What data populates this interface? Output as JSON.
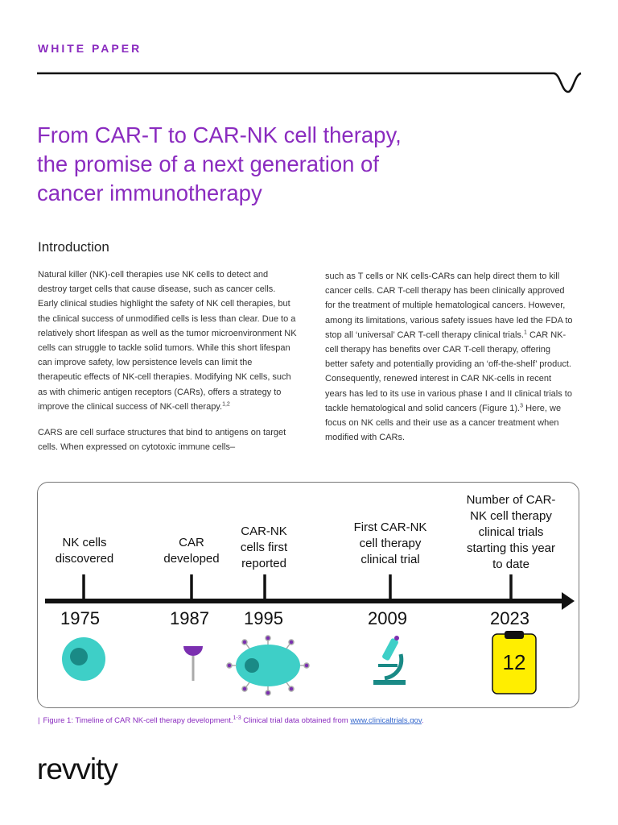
{
  "header": {
    "label": "WHITE PAPER"
  },
  "title": {
    "line1": "From CAR-T to CAR-NK cell therapy,",
    "line2": "the promise of a next generation of",
    "line3": "cancer immunotherapy"
  },
  "section": {
    "title": "Introduction"
  },
  "col1": {
    "p1": "Natural killer (NK)-cell therapies use NK cells to detect and destroy target cells that cause disease, such as cancer cells. Early clinical studies highlight the safety of NK cell therapies, but the clinical success of unmodified cells is less than clear. Due to a relatively short lifespan as well as the tumor microenvironment NK cells can struggle to tackle solid tumors. While this short lifespan can improve safety, low persistence levels can limit the therapeutic effects of NK-cell therapies. Modifying NK cells, such as with chimeric antigen receptors (CARs), offers a strategy to improve the clinical success of NK-cell therapy.",
    "p1_ref": "1,2",
    "p2": "CARS are cell surface structures that bind to antigens on target cells. When expressed on cytotoxic immune cells–"
  },
  "col2": {
    "p1a": "such as T cells or NK cells-CARs can help direct them to kill cancer cells. CAR T-cell therapy has been clinically approved for the treatment of multiple hematological cancers. However, among its limitations, various safety issues have led the FDA to stop all ‘universal’ CAR T-cell therapy clinical trials.",
    "p1a_ref": "1",
    "p1b": " CAR NK-cell therapy has benefits over CAR T-cell therapy, offering better safety and potentially providing an ‘off-the-shelf’ product. Consequently, renewed interest in CAR NK-cells in recent years has led to its use in various phase I and II clinical trials to tackle hematological and solid cancers (Figure 1).",
    "p1b_ref": "3",
    "p1c": " Here, we focus on NK cells and their use as a cancer treatment when modified with CARs."
  },
  "timeline": {
    "events": [
      {
        "year": "1975",
        "label": [
          "NK cells",
          "discovered"
        ],
        "icon": "nk-cell-icon"
      },
      {
        "year": "1987",
        "label": [
          "CAR",
          "developed"
        ],
        "icon": "car-receptor-icon"
      },
      {
        "year": "1995",
        "label": [
          "CAR-NK",
          "cells first",
          "reported"
        ],
        "icon": "car-nk-cell-icon"
      },
      {
        "year": "2009",
        "label": [
          "First CAR-NK",
          "cell therapy",
          "clinical trial"
        ],
        "icon": "microscope-icon"
      },
      {
        "year": "2023",
        "label": [
          "Number of CAR-",
          "NK cell therapy",
          "clinical trials",
          "starting this year",
          "to date"
        ],
        "icon": "counter-icon",
        "count": "12"
      }
    ]
  },
  "caption": {
    "text": "Figure 1: Timeline of CAR NK-cell therapy development.",
    "ref": "1-3",
    "text2": " Clinical trial data obtained from ",
    "link": "www.clinicaltrials.gov",
    "end": "."
  },
  "logo": {
    "text": "revvity"
  },
  "colors": {
    "brand_purple": "#8a2bbf",
    "teal": "#3ecfc7",
    "dark_teal": "#1a8a86",
    "purple_icon": "#7b2fb0",
    "counter_yellow": "#ffee00"
  }
}
